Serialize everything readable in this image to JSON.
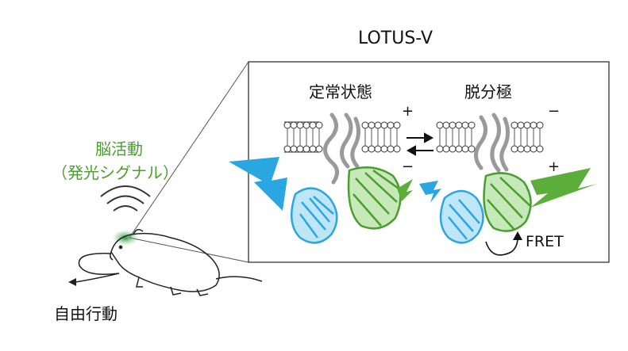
{
  "title": "LOTUS-V",
  "left_state": "定常状態",
  "right_state": "脱分極",
  "brain_activity": "脳活動",
  "brain_activity_sub": "（発光シグナル）",
  "free_behavior": "自由行動",
  "fret_label": "FRET",
  "signs": {
    "left_top": "+",
    "left_bottom": "−",
    "right_top": "−",
    "right_bottom": "+"
  },
  "colors": {
    "blue": "#2aa6e0",
    "green": "#5cae3a",
    "gray": "#888888"
  }
}
